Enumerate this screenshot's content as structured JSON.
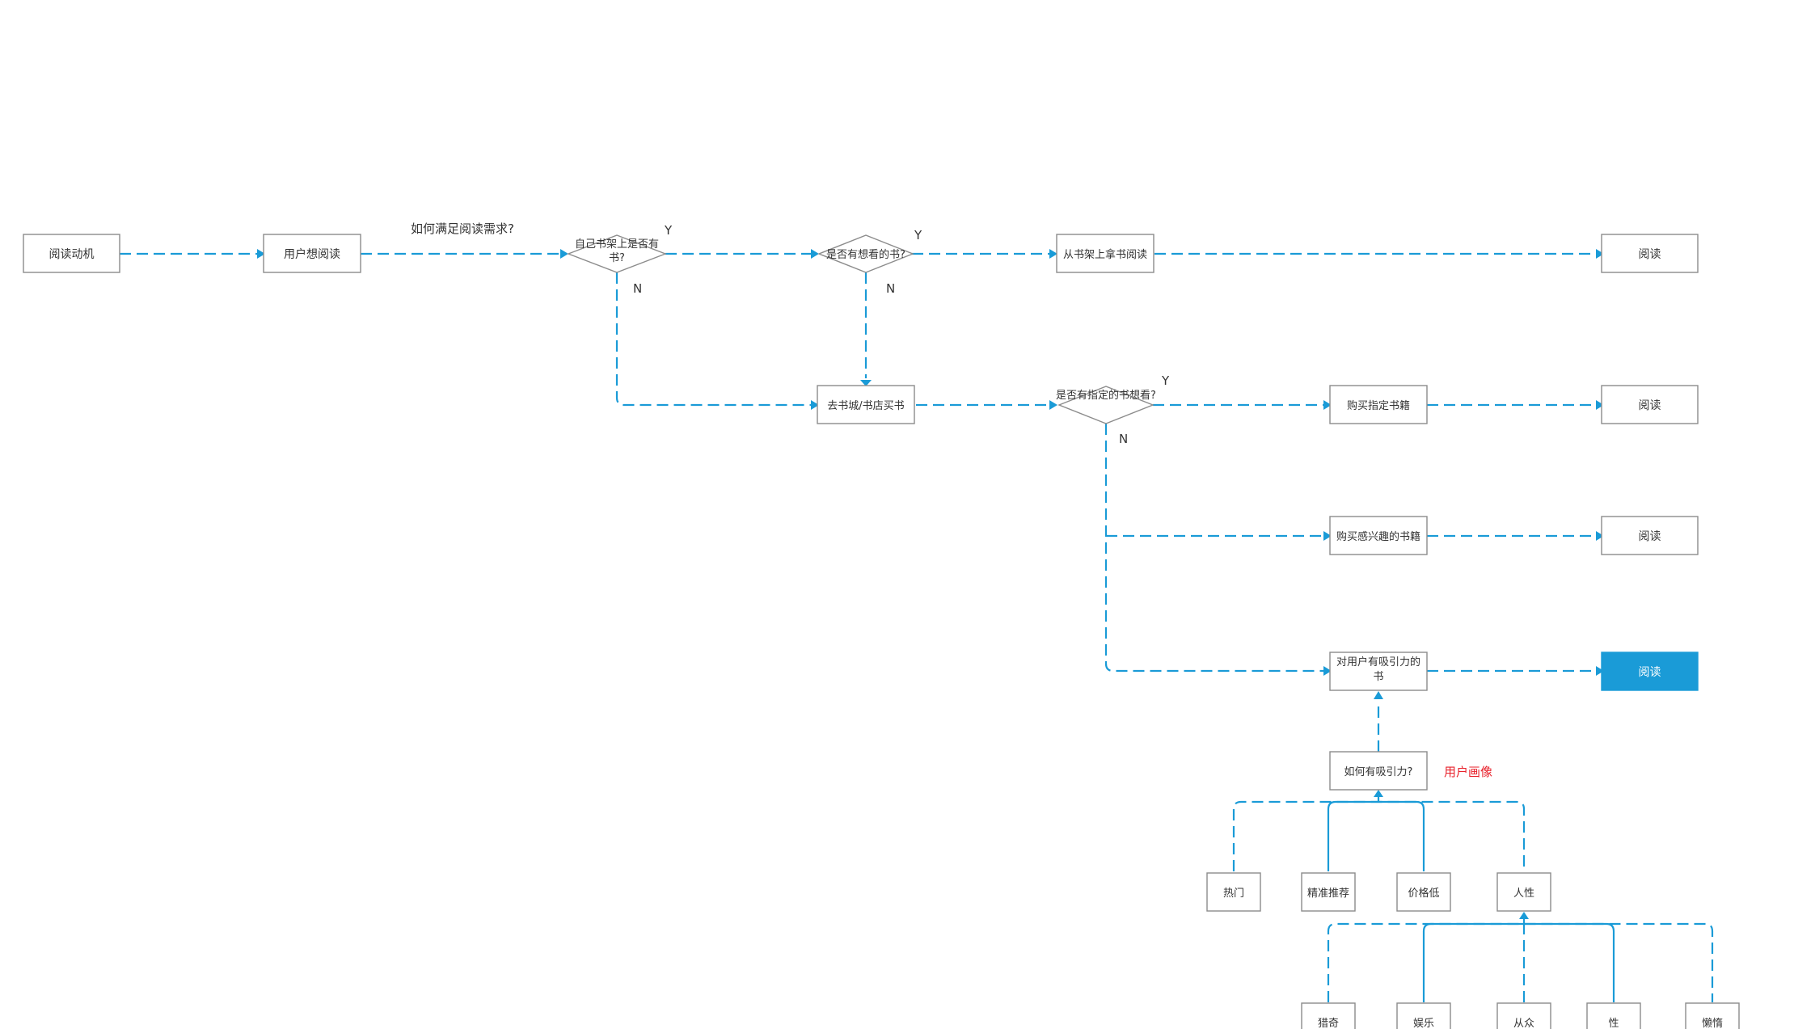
{
  "nodes": {
    "motivation": "阅读动机",
    "want_read": "用户想阅读",
    "q_own_shelf": "自己书架上是否有书?",
    "q_want_book": "是否有想看的书?",
    "take_from_shelf": "从书架上拿书阅读",
    "read_1": "阅读",
    "go_store": "去书城/书店买书",
    "q_specific": "是否有指定的书想看?",
    "buy_specific": "购买指定书籍",
    "read_2": "阅读",
    "buy_interest": "购买感兴趣的书籍",
    "read_3": "阅读",
    "attractive_book": "对用户有吸引力的书",
    "read_4": "阅读",
    "how_attractive": "如何有吸引力?",
    "hot": "热门",
    "precise_rec": "精准推荐",
    "low_price": "价格低",
    "human_nature": "人性",
    "curiosity": "猎奇",
    "entertainment": "娱乐",
    "conformity": "从众",
    "sex": "性",
    "laziness": "懒惰"
  },
  "annotations": {
    "how_to_satisfy": "如何满足阅读需求?",
    "user_persona": "用户画像"
  },
  "branch_labels": {
    "yes": "Y",
    "no": "N"
  },
  "colors": {
    "connector": "#1a9bd7",
    "highlight_fill": "#1a9bd7",
    "persona_text": "#e8202a",
    "box_border": "#8c8c8c"
  }
}
